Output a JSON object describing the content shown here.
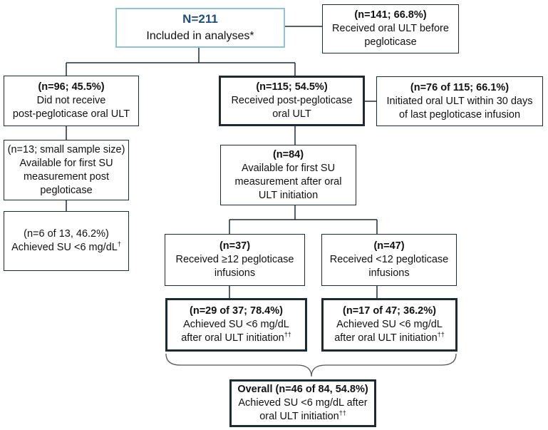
{
  "top": {
    "n": "N=211",
    "label": "Included in analyses*"
  },
  "prior_oral": {
    "n": "(n=141; 66.8%)",
    "l1": "Received oral ULT before",
    "l2": "pegloticase"
  },
  "left": {
    "no_post": {
      "n": "(n=96; 45.5%)",
      "l1": "Did not receive",
      "l2": "post-pegloticase oral ULT"
    },
    "available": {
      "l0": "(n=13; small sample size)",
      "l1": "Available for first SU",
      "l2": "measurement post",
      "l3": "pegloticase"
    },
    "achieved": {
      "l1": "(n=6 of 13, 46.2%)",
      "l2": "Achieved SU <6 mg/dL",
      "sup": "†"
    }
  },
  "right": {
    "post": {
      "n": "(n=115; 54.5%)",
      "l1": "Received post-pegloticase",
      "l2": "oral ULT"
    },
    "within30": {
      "n": "(n=76 of 115; 66.1%)",
      "l1": "Initiated oral ULT within 30 days",
      "l2": "of last pegloticase infusion"
    },
    "available": {
      "n": "(n=84)",
      "l1": "Available for first SU",
      "l2": "measurement after oral",
      "l3": "ULT initiation"
    },
    "ge12": {
      "n": "(n=37)",
      "l1": "Received ≥12 pegloticase",
      "l2": "infusions"
    },
    "lt12": {
      "n": "(n=47)",
      "l1": "Received <12 pegloticase",
      "l2": "infusions"
    },
    "ge12_achieved": {
      "n": "(n=29 of 37; 78.4%)",
      "l1": "Achieved SU <6 mg/dL",
      "l2": "after oral ULT initiation",
      "sup": "††"
    },
    "lt12_achieved": {
      "n": "(n=17 of 47; 36.2%)",
      "l1": "Achieved SU <6 mg/dL",
      "l2": "after oral ULT initiation",
      "sup": "††"
    }
  },
  "overall": {
    "bold": "Overall",
    "n": " (n=46 of 84, 54.8%)",
    "l1": "Achieved SU <6 mg/dL after",
    "l2": "oral ULT initiation",
    "sup": "††"
  }
}
